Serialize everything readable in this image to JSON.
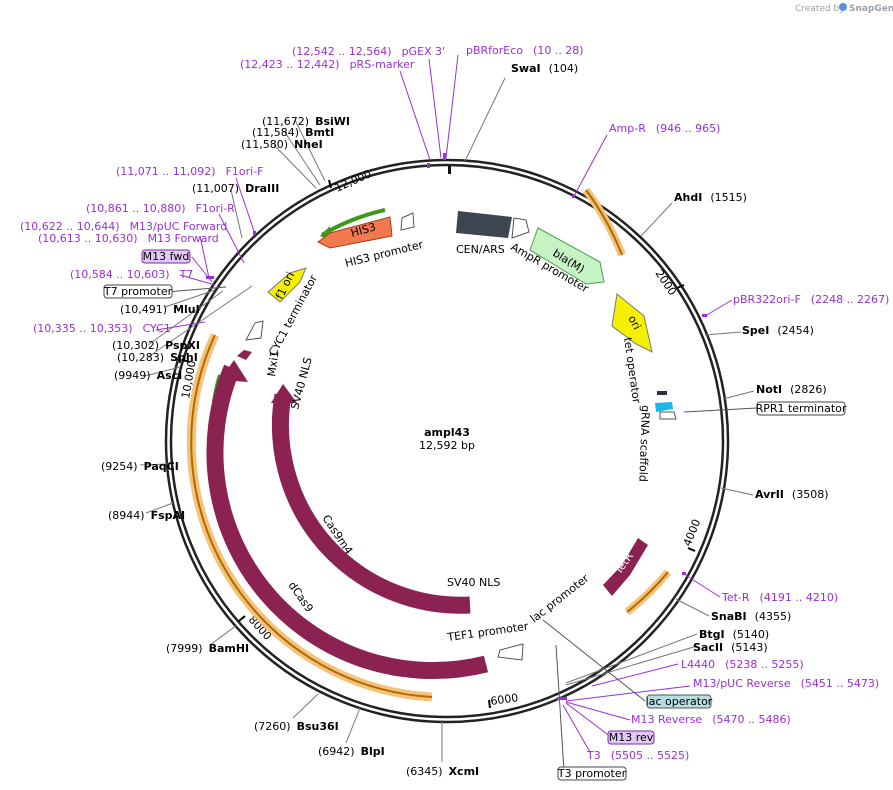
{
  "watermark": {
    "created_by": "Created by",
    "brand": "SnapGene"
  },
  "plasmid": {
    "name": "ampl43",
    "length": "12,592 bp"
  },
  "ticks": [
    "12,000",
    "2000",
    "4000",
    "6000",
    "8000",
    "10,000"
  ],
  "features": {
    "cen_ars": "CEN/ARS",
    "ampr_promoter": "AmpR promoter",
    "bla": "bla(M)",
    "ori": "ori",
    "tet_operator": "tet operator",
    "grna_scaffold": "gRNA scaffold",
    "tetr": "TetR",
    "tef1_promoter": "TEF1 promoter",
    "lac_promoter": "lac promoter",
    "his3": "HIS3",
    "his3_promoter": "HIS3 promoter",
    "f1_ori": "f1 ori",
    "cyc1_terminator": "CYC1 terminator",
    "mxi1": "Mxi1",
    "dcas9": "dCas9",
    "cas9m4": "Cas9m4",
    "sv40_nls": "SV40 NLS"
  },
  "enzymes": [
    {
      "name": "SwaI",
      "pos": "(104)"
    },
    {
      "name": "AhdI",
      "pos": "(1515)"
    },
    {
      "name": "SpeI",
      "pos": "(2454)"
    },
    {
      "name": "NotI",
      "pos": "(2826)"
    },
    {
      "name": "AvrII",
      "pos": "(3508)"
    },
    {
      "name": "SnaBI",
      "pos": "(4355)"
    },
    {
      "name": "BtgI",
      "pos": "(5140)"
    },
    {
      "name": "SacII",
      "pos": "(5143)"
    },
    {
      "name": "XcmI",
      "pos": "(6345)"
    },
    {
      "name": "BlpI",
      "pos": "(6942)"
    },
    {
      "name": "Bsu36I",
      "pos": "(7260)"
    },
    {
      "name": "BamHI",
      "pos": "(7999)"
    },
    {
      "name": "FspAI",
      "pos": "(8944)"
    },
    {
      "name": "PaqCI",
      "pos": "(9254)"
    },
    {
      "name": "AscI",
      "pos": "(9949)"
    },
    {
      "name": "SphI",
      "pos": "(10,283)"
    },
    {
      "name": "PspXI",
      "pos": "(10,302)"
    },
    {
      "name": "MluI",
      "pos": "(10,491)"
    },
    {
      "name": "DraIII",
      "pos": "(11,007)"
    },
    {
      "name": "NheI",
      "pos": "(11,580)"
    },
    {
      "name": "BmtI",
      "pos": "(11,584)"
    },
    {
      "name": "BsiWI",
      "pos": "(11,672)"
    }
  ],
  "primers": [
    {
      "name": "pBRforEco",
      "range": "(10 .. 28)"
    },
    {
      "name": "pGEX 3'",
      "range": "(12,542 .. 12,564)"
    },
    {
      "name": "pRS-marker",
      "range": "(12,423 .. 12,442)"
    },
    {
      "name": "Amp-R",
      "range": "(946 .. 965)"
    },
    {
      "name": "pBR322ori-F",
      "range": "(2248 .. 2267)"
    },
    {
      "name": "Tet-R",
      "range": "(4191 .. 4210)"
    },
    {
      "name": "L4440",
      "range": "(5238 .. 5255)"
    },
    {
      "name": "M13/pUC Reverse",
      "range": "(5451 .. 5473)"
    },
    {
      "name": "M13 Reverse",
      "range": "(5470 .. 5486)"
    },
    {
      "name": "T3",
      "range": "(5505 .. 5525)"
    },
    {
      "name": "F1ori-F",
      "range": "(11,071 .. 11,092)"
    },
    {
      "name": "F1ori-R",
      "range": "(10,861 .. 10,880)"
    },
    {
      "name": "M13/pUC Forward",
      "range": "(10,622 .. 10,644)"
    },
    {
      "name": "M13 Forward",
      "range": "(10,613 .. 10,630)"
    },
    {
      "name": "T7",
      "range": "(10,584 .. 10,603)"
    },
    {
      "name": "CYC1",
      "range": "(10,335 .. 10,353)"
    }
  ],
  "boxed": [
    {
      "text": "M13 fwd",
      "style": "primer"
    },
    {
      "text": "T7 promoter",
      "style": "plain"
    },
    {
      "text": "RPR1 terminator",
      "style": "plain"
    },
    {
      "text": "lac operator",
      "style": "operator"
    },
    {
      "text": "M13 rev",
      "style": "primer"
    },
    {
      "text": "T3 promoter",
      "style": "plain"
    }
  ],
  "colors": {
    "primer": "#9a2fd6",
    "primer_box_fill": "#e2c8f5",
    "operator_box_fill": "#b7dde0",
    "cas9": "#8b2252"
  }
}
